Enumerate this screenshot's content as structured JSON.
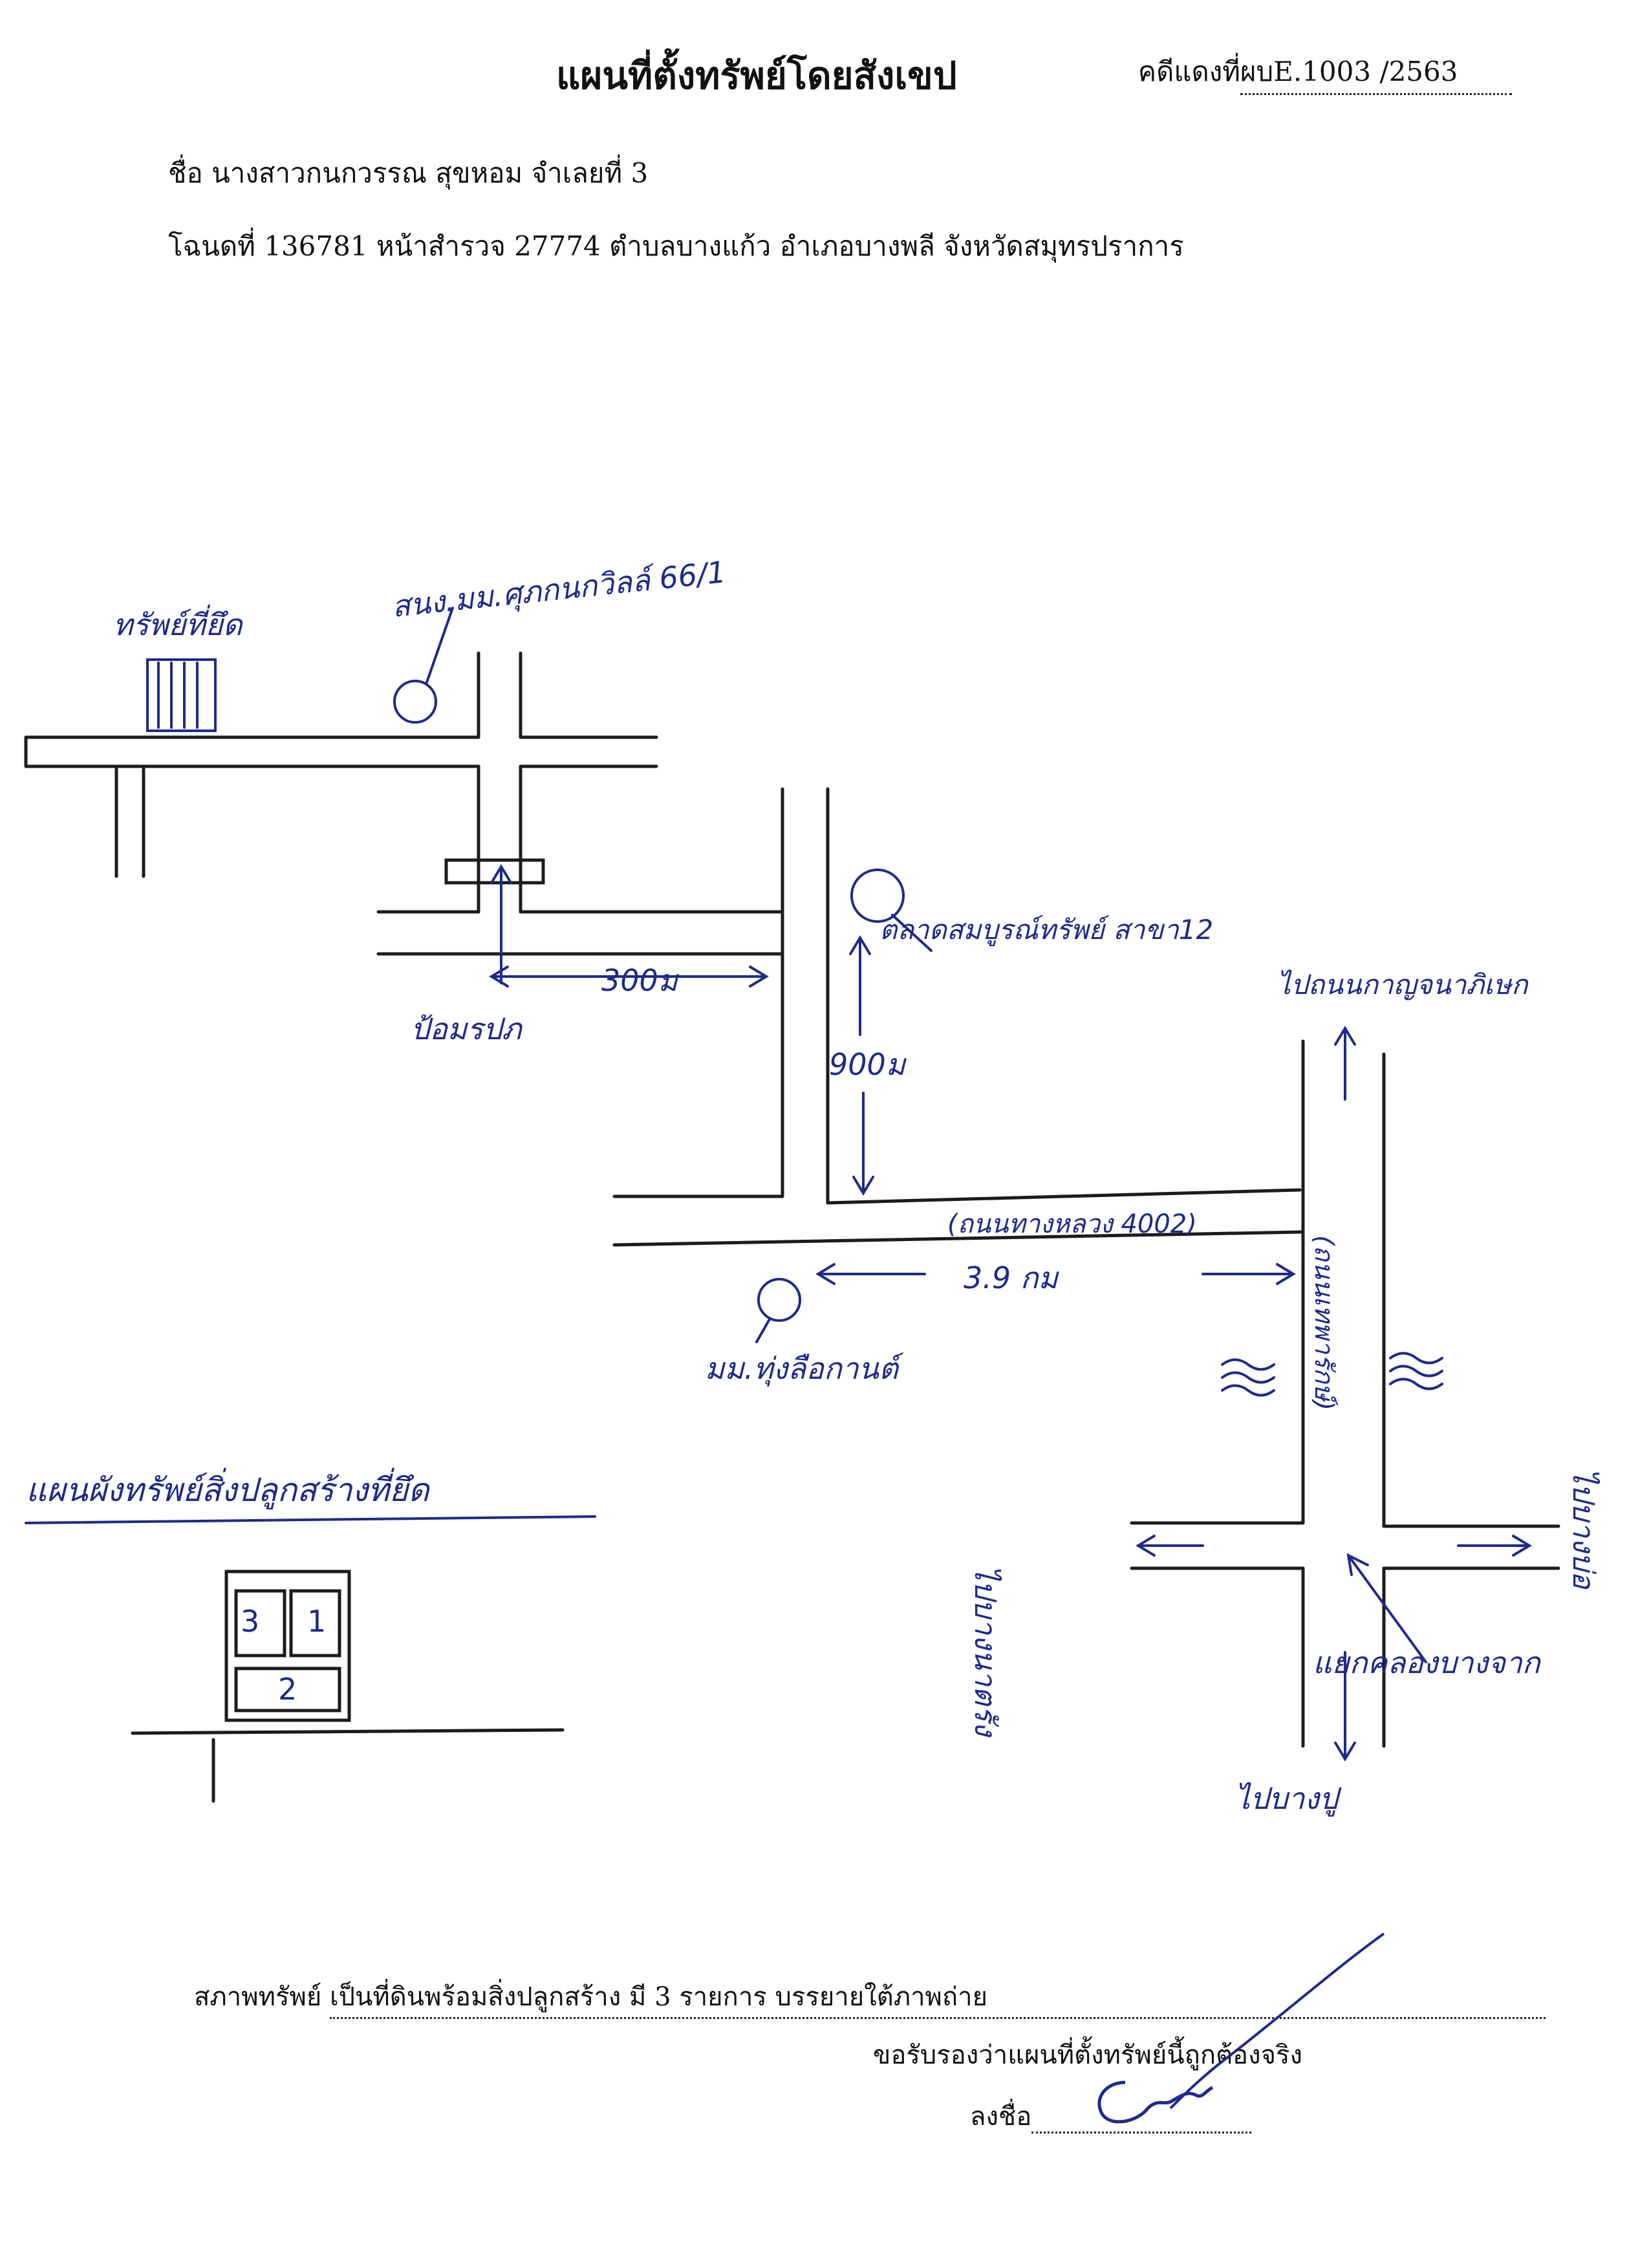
{
  "header": {
    "title": "แผนที่ตั้งทรัพย์โดยสังเขป",
    "case_label": "คดีแดงที่",
    "case_number": "ผบE.1003 /2563"
  },
  "owner": {
    "name_line": "ชื่อ  นางสาวกนกวรรณ  สุขหอม  จำเลยที่ 3"
  },
  "deed": {
    "line": "โฉนดที่ 136781  หน้าสำรวจ  27774  ตำบลบางแก้ว  อำเภอบางพลี  จังหวัดสมุทรปราการ"
  },
  "map": {
    "property_label": "ทรัพย์ที่ยึด",
    "office_label": "สนง.มม.ศุภกนกวิลล์ 66/1",
    "checkpoint_label": "ป้อมรปภ",
    "dist_300": "300ม",
    "market_label": "ตลาดสมบูรณ์ทรัพย์ สาขา12",
    "dist_900": "900ม",
    "to_north": "ไปถนนกาญจนาภิเษก",
    "road_label": "(ถนนทางหลวง 4002)",
    "dist_39": "3.9 กม",
    "village_label": "มม.ทุ่งลือกานต์",
    "to_west": "ไปบางนาตรัง",
    "to_east": "ไปบางบ่อ",
    "vertical_road": "(ถนนเทพารักษ์)",
    "intersection_label": "แยกคลองบางจาก",
    "to_south": "ไปบางปู"
  },
  "layout_plan": {
    "title": "แผนผังทรัพย์สิ่งปลูกสร้างที่ยึด",
    "units": [
      "3",
      "1",
      "2"
    ]
  },
  "footer": {
    "condition_label": "สภาพทรัพย์",
    "condition_text": "เป็นที่ดินพร้อมสิ่งปลูกสร้าง  มี  3  รายการ  บรรยายใต้ภาพถ่าย",
    "certify_text": "ขอรับรองว่าแผนที่ตั้งทรัพย์นี้ถูกต้องจริง",
    "sign_label": "ลงชื่อ"
  },
  "colors": {
    "ink": "#1d2a8c",
    "text": "#111111"
  }
}
